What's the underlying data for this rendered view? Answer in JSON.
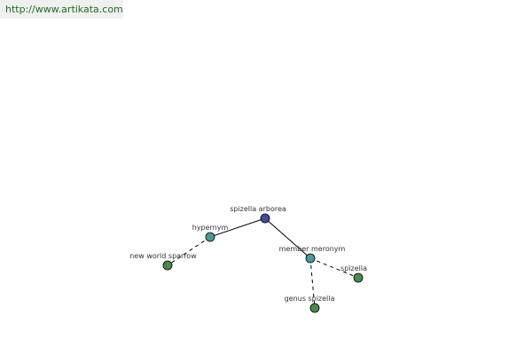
{
  "watermark": {
    "text": "http://www.artikata.com"
  },
  "graph": {
    "nodes": [
      {
        "id": "spizella-arborea",
        "label": "spizella arborea",
        "color": "#3d4f9a"
      },
      {
        "id": "hypernym",
        "label": "hypernym",
        "color": "#4a9a9a"
      },
      {
        "id": "member-meronym",
        "label": "member meronym",
        "color": "#4a9a9a"
      },
      {
        "id": "new-world-sparrow",
        "label": "new world sparrow",
        "color": "#4a8a4a"
      },
      {
        "id": "spizella",
        "label": "spizella",
        "color": "#4a8a4a"
      },
      {
        "id": "genus-spizella",
        "label": "genus spizella",
        "color": "#4a8a4a"
      }
    ],
    "edges": [
      {
        "from": "spizella-arborea",
        "to": "hypernym",
        "style": "solid"
      },
      {
        "from": "spizella-arborea",
        "to": "member-meronym",
        "style": "solid"
      },
      {
        "from": "hypernym",
        "to": "new-world-sparrow",
        "style": "dashed"
      },
      {
        "from": "member-meronym",
        "to": "spizella",
        "style": "dashed"
      },
      {
        "from": "member-meronym",
        "to": "genus-spizella",
        "style": "dashed"
      }
    ]
  }
}
